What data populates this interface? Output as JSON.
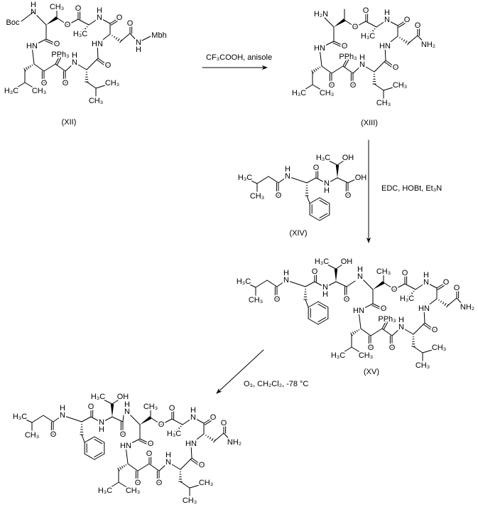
{
  "atoms": {
    "O": "O",
    "N": "N",
    "H": "H",
    "HN": "HN",
    "CH3": "CH₃",
    "H3C": "H₃C",
    "OH": "OH",
    "NH2": "NH₂",
    "H2N": "H₂N",
    "PPh3": "PPh₃"
  },
  "groups": {
    "boc": "Boc",
    "mbh": "Mbh"
  },
  "compounds": {
    "xii": "(XII)",
    "xiii": "(XIII)",
    "xiv": "(XIV)",
    "xv": "(XV)"
  },
  "reagents": {
    "step1": "CF₃COOH, anisole",
    "step2": "EDC, HOBt, Et₃N",
    "step3": "O₃, CH₂Cl₂, -78 °C"
  }
}
